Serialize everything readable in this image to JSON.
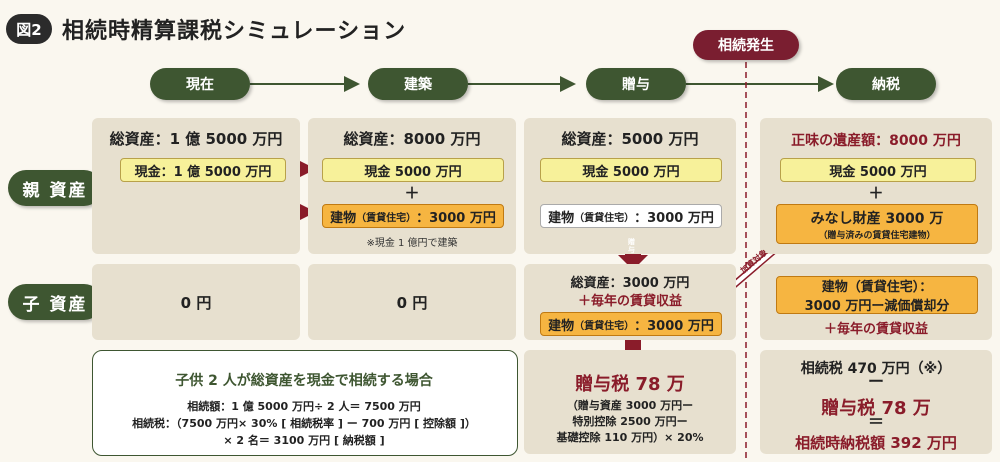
{
  "figure": {
    "badge": "図2",
    "title": "相続時精算課税シミュレーション"
  },
  "stages": [
    "現在",
    "建築",
    "贈与",
    "納税"
  ],
  "event_label": "相続発生",
  "rows": {
    "parent": "親 資産",
    "child": "子 資産"
  },
  "now": {
    "parent_total": "総資産：1 億 5000 万円",
    "cash": "現金：1 億 5000 万円",
    "child": "0 円"
  },
  "build": {
    "parent_total": "総資産：8000 万円",
    "cash": "現金 5000 万円",
    "plus": "＋",
    "building_main": "建物",
    "building_sub": "（賃貸住宅）",
    "building_value": "：3000 万円",
    "note": "※現金 1 億円で建築",
    "child": "0 円"
  },
  "gift": {
    "parent_total": "総資産：5000 万円",
    "cash": "現金 5000 万円",
    "building_main": "建物",
    "building_sub": "（賃貸住宅）",
    "building_value": "：3000 万円",
    "arrow_label": "贈与",
    "child_total": "総資産：3000 万円",
    "child_income": "＋毎年の賃貸収益",
    "child_building_main": "建物",
    "child_building_sub": "（賃貸住宅）",
    "child_building_value": "：3000 万円",
    "tax_title": "贈与税 78 万",
    "tax_line1": "（贈与資産 3000 万円ー",
    "tax_line2": "特別控除 2500 万円ー",
    "tax_line3": "基礎控除 110 万円）× 20%"
  },
  "tax": {
    "net_estate": "正味の遺産額：8000 万円",
    "cash": "現金 5000 万円",
    "plus": "＋",
    "deemed_title": "みなし財産 3000 万",
    "deemed_sub": "（贈与済みの賃貸住宅建物）",
    "addback_label": "加算対象",
    "child_building_line1": "建物（賃貸住宅）：",
    "child_building_line2": "3000 万円ー減価償却分",
    "child_income": "＋毎年の賃貸収益",
    "inherit_tax": "相続税 470 万円（※）",
    "minus": "ー",
    "gift_tax": "贈与税 78 万",
    "equals": "＝",
    "total": "相続時納税額 392 万円"
  },
  "scenario": {
    "title": "子供 2 人が総資産を現金で相続する場合",
    "line1": "相続額：1 億 5000 万円÷ 2 人＝ 7500 万円",
    "line2": "相続税：（7500 万円× 30% [ 相続税率 ] ー 700 万円 [ 控除額 ]）",
    "line3": "× 2 名＝ 3100 万円 [ 納税額 ]"
  },
  "colors": {
    "green": "#3e5631",
    "maroon": "#7a1e30",
    "yellow": "#f7f19a",
    "orange": "#f6b541",
    "cell": "#e7e0cf"
  }
}
